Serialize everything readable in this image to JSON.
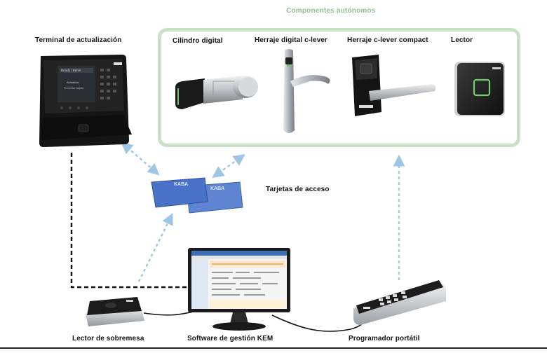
{
  "group": {
    "title": "Componentes autónomos"
  },
  "labels": {
    "terminal": "Terminal de actualización",
    "cylinder": "Cilindro digital",
    "clever": "Herraje digital c-lever",
    "compact": "Herraje c-lever compact",
    "reader": "Lector",
    "cards": "Tarjetas de acceso",
    "desktop_reader": "Lector de sobremesa",
    "software": "Software de gestión KEM",
    "programmer": "Programador portátil"
  },
  "terminal_screen": {
    "line1": "Ready / Bereit",
    "line2": "Actualizar",
    "line3": "Presentar tarjeta"
  },
  "brand": "KABA",
  "colors": {
    "green_frame": "#c9e2c6",
    "green_title": "#8cc58a",
    "dotted_arrow": "#9fc7e4",
    "card_blue": "#4f78c8"
  }
}
